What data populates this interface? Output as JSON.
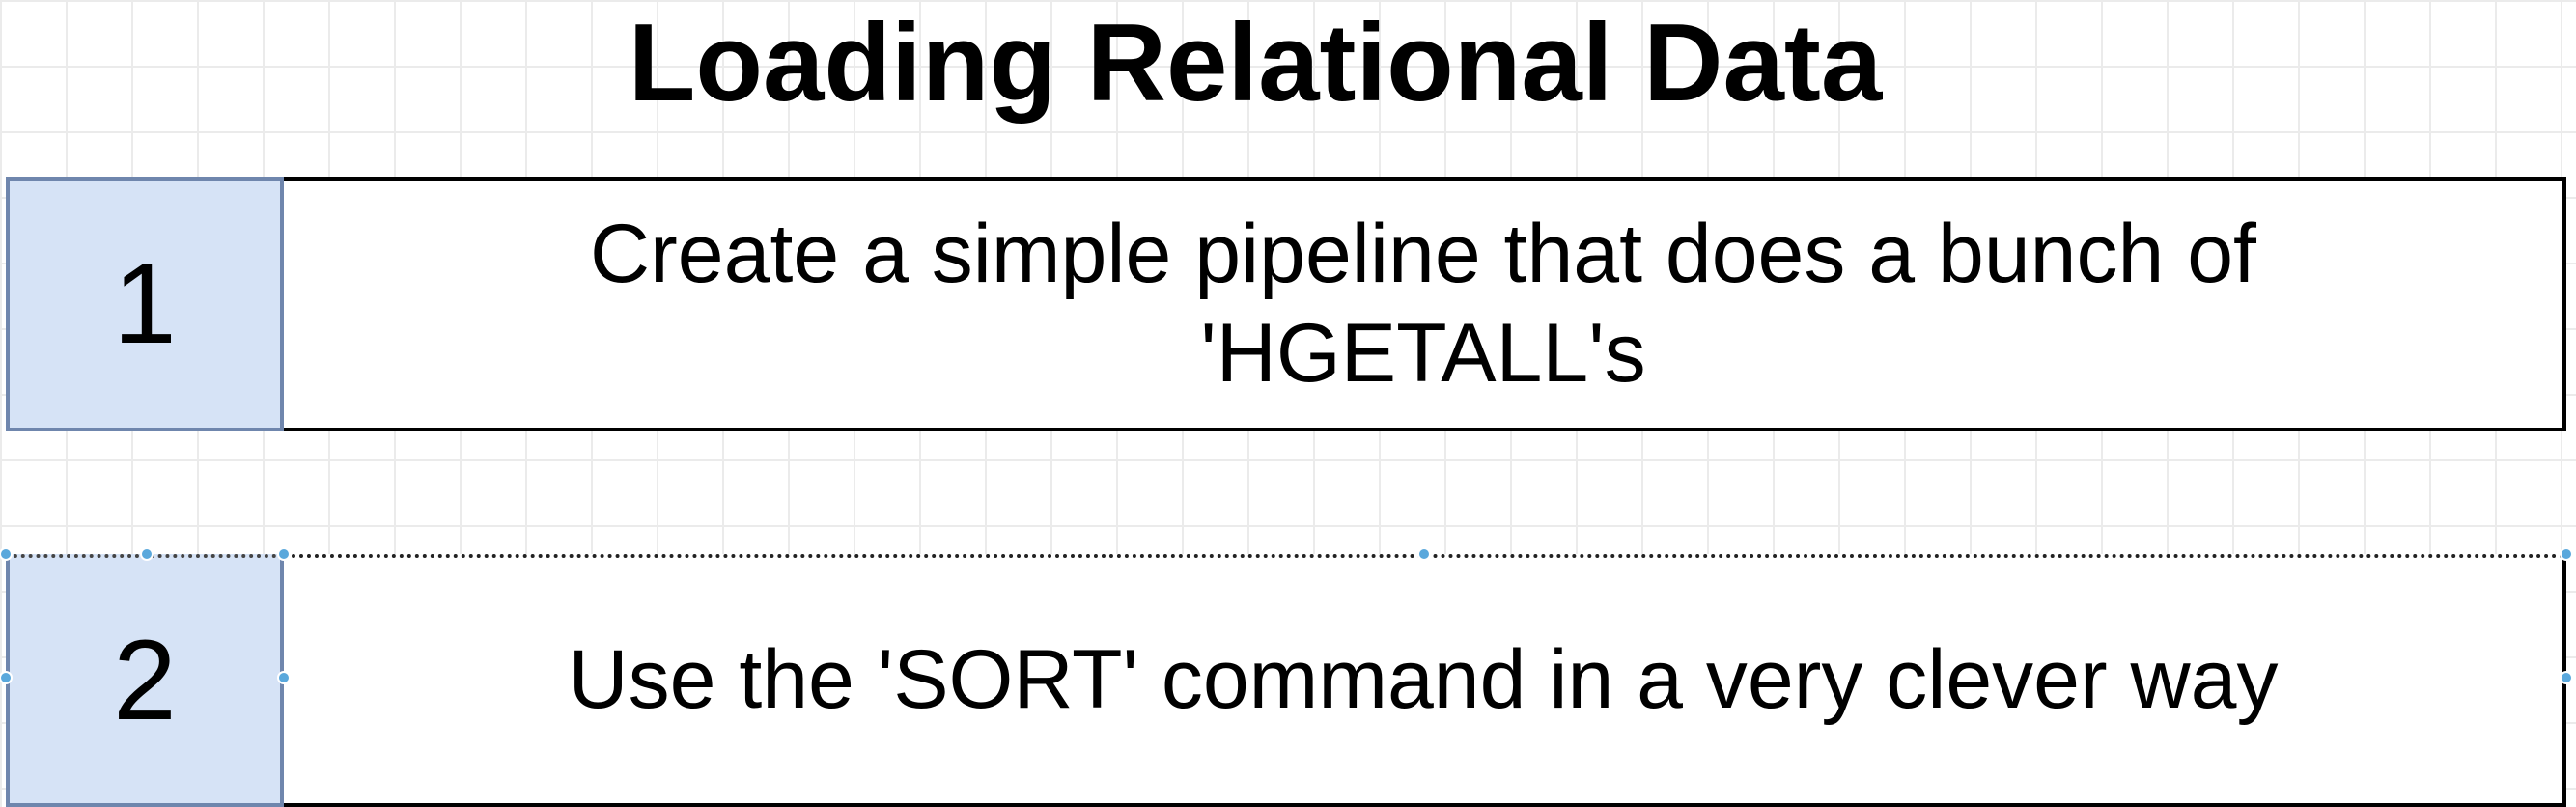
{
  "title": "Loading Relational Data",
  "steps": [
    {
      "number": "1",
      "text": "Create a simple pipeline that does a bunch of 'HGETALL's"
    },
    {
      "number": "2",
      "text": "Use the 'SORT' command in a very clever way"
    }
  ],
  "colors": {
    "number_box_fill": "#d6e3f6",
    "number_box_border": "#6f86ad",
    "selection_handle": "#5aa8dc",
    "grid_line": "#ebebeb"
  }
}
